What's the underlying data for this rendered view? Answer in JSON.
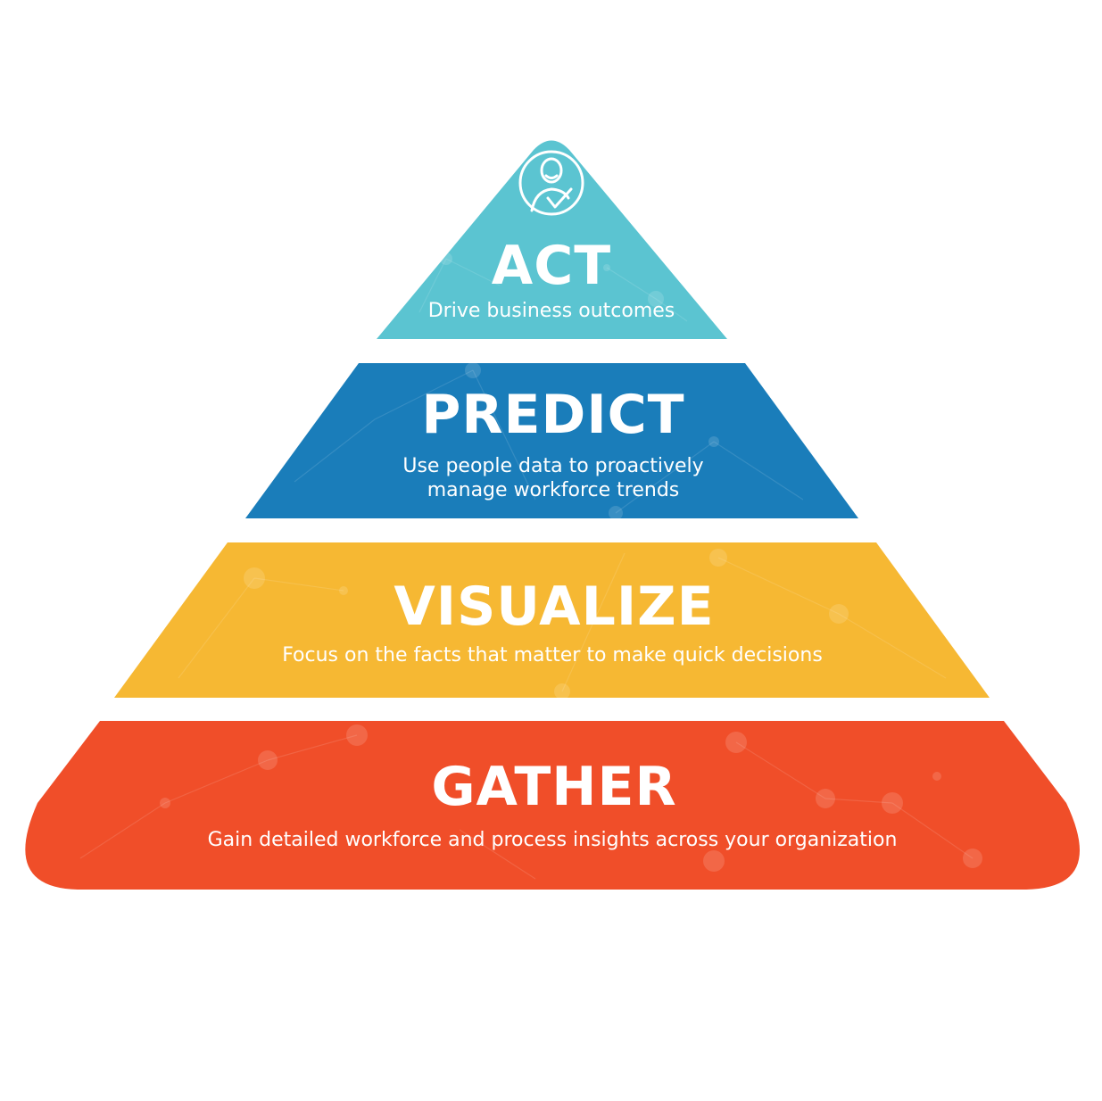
{
  "tiers": [
    {
      "id": "act",
      "title": "ACT",
      "lines": [
        "Drive business outcomes"
      ],
      "color": "#5BC4D1"
    },
    {
      "id": "predict",
      "title": "PREDICT",
      "lines": [
        "Use people data to proactively",
        "manage workforce trends"
      ],
      "color": "#1A7DBA"
    },
    {
      "id": "visualize",
      "title": "VISUALIZE",
      "lines": [
        "Focus on the facts that matter to make quick decisions"
      ],
      "color": "#F6B833"
    },
    {
      "id": "gather",
      "title": "GATHER",
      "lines": [
        "Gain detailed workforce and process insights across your organization"
      ],
      "color": "#F04E29"
    }
  ],
  "icon": "person-check-icon"
}
